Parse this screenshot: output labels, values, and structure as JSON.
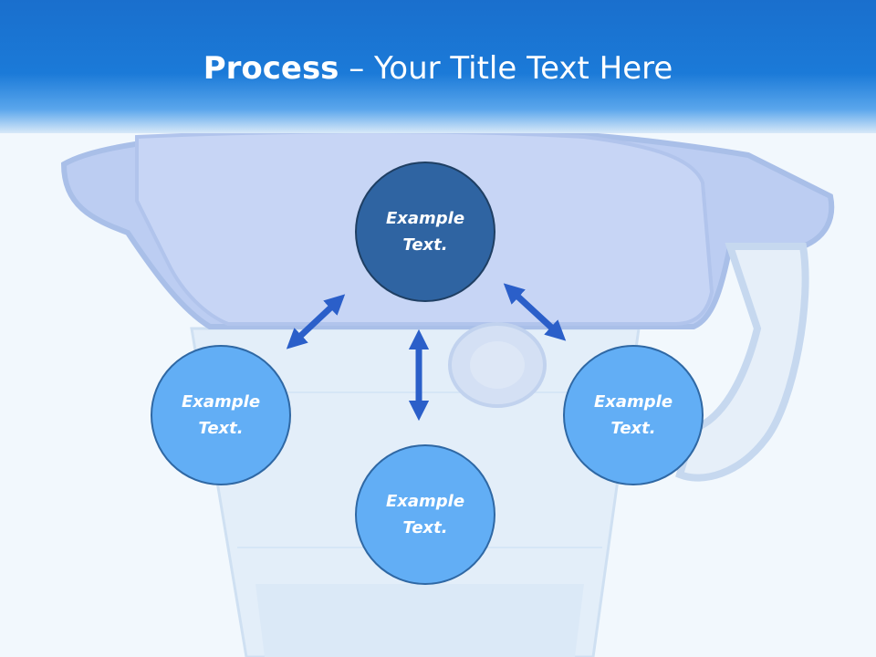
{
  "slide": {
    "title_bold": "Process",
    "title_rest": " – Your Title Text Here"
  },
  "diagram": {
    "nodes": [
      {
        "text": "Example Text."
      },
      {
        "text": "Example Text."
      },
      {
        "text": "Example Text."
      },
      {
        "text": "Example Text."
      }
    ]
  },
  "colors": {
    "header_blue": "#1b7ad8",
    "node_dark": "#2f64a2",
    "node_light": "#62aef5",
    "arrow_blue": "#2b5fc9"
  },
  "icons": {
    "background": "water-pitcher-photo",
    "arrows": "double-headed-arrow"
  }
}
